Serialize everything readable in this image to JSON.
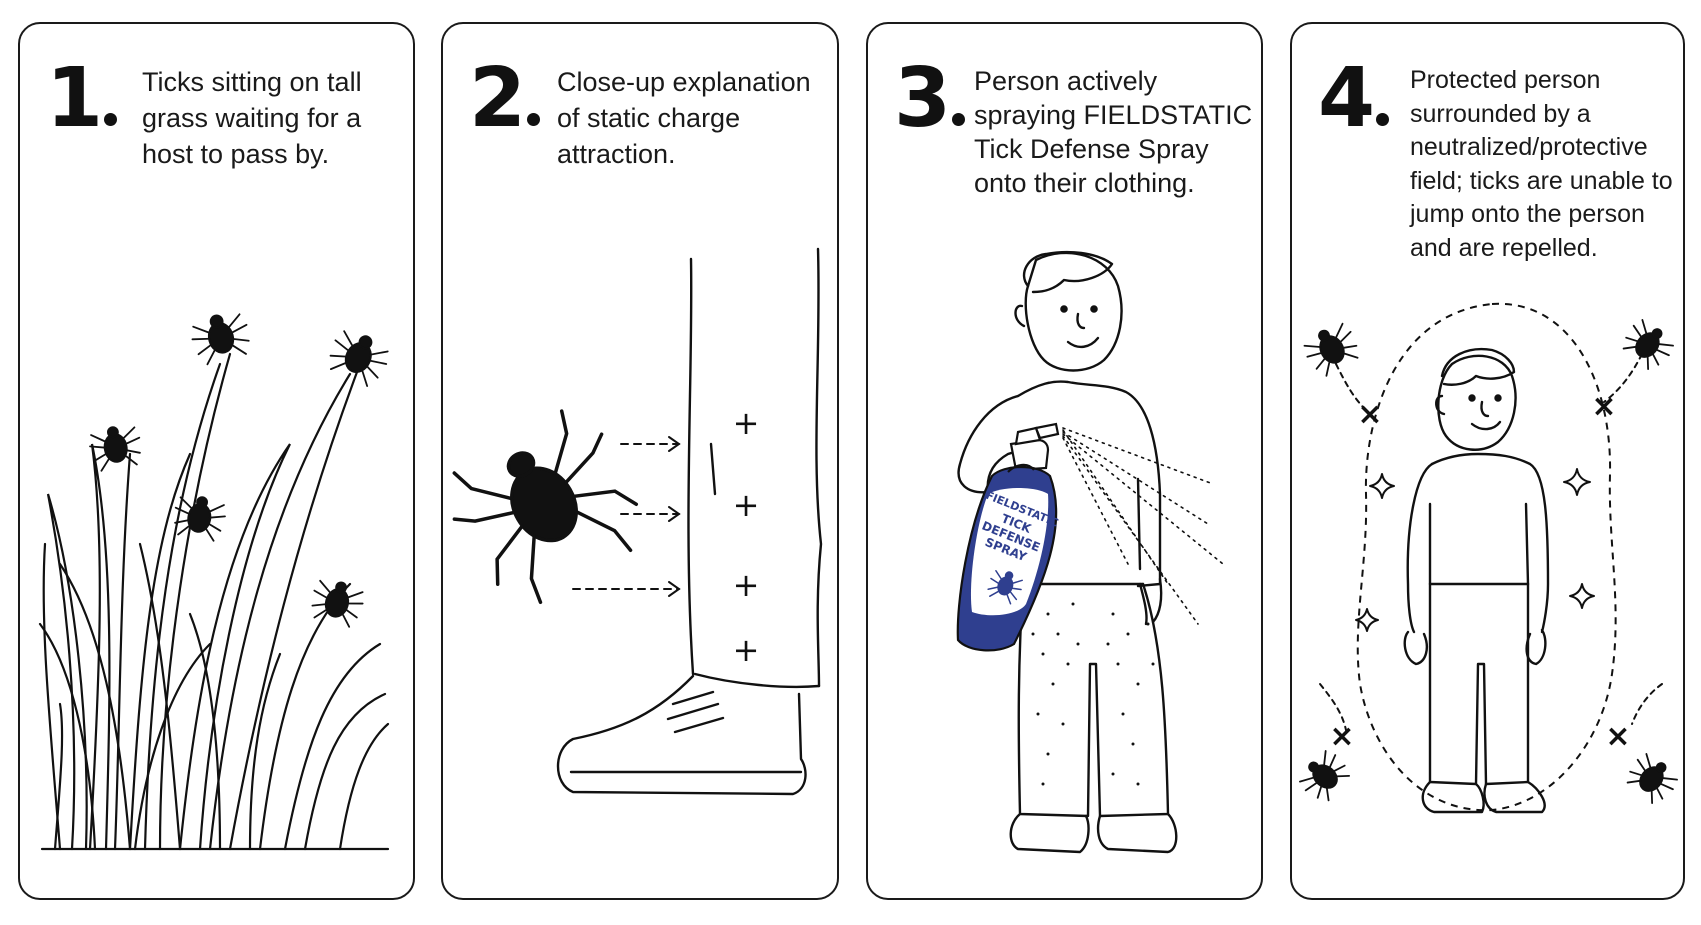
{
  "panels": [
    {
      "number": "1",
      "caption": "Ticks sitting on tall grass waiting for a host to pass by."
    },
    {
      "number": "2",
      "caption": "Close-up explanation of static charge attraction."
    },
    {
      "number": "3",
      "caption": "Person actively spraying FIELDSTATIC Tick Defense Spray onto their clothing."
    },
    {
      "number": "4",
      "caption": "Protected person surrounded by a neutralized/protective field; ticks are unable to jump onto the person and are repelled."
    }
  ],
  "bottle": {
    "brand": "FIELDSTATIC",
    "line1": "TICK",
    "line2": "DEFENSE",
    "line3": "SPRAY"
  },
  "charge_symbol": "+",
  "repel_symbol": "×",
  "colors": {
    "ink": "#111111",
    "bottle_blue": "#2f3f8f",
    "background": "#ffffff"
  }
}
